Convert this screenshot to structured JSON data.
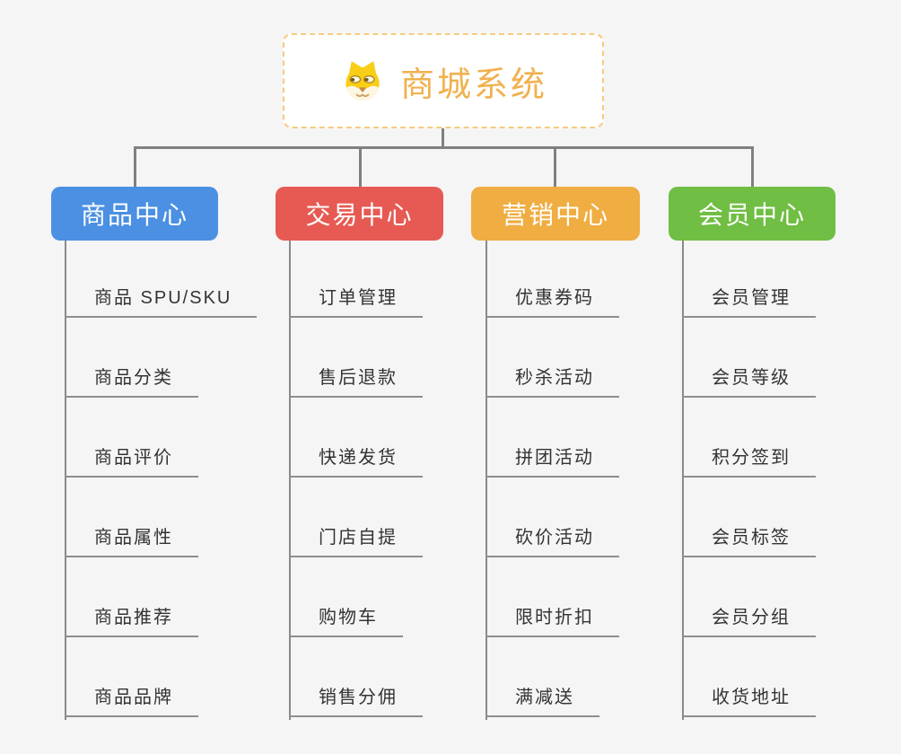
{
  "page": {
    "background": "#f5f5f5",
    "connector_color": "#808080"
  },
  "root": {
    "title": "商城系统",
    "icon": "shiba-doge-icon",
    "title_color": "#f0b14e",
    "border_color": "#f6cb80"
  },
  "branches": [
    {
      "label": "商品中心",
      "color": "#4b90e2",
      "items": [
        "商品 SPU/SKU",
        "商品分类",
        "商品评价",
        "商品属性",
        "商品推荐",
        "商品品牌"
      ]
    },
    {
      "label": "交易中心",
      "color": "#e65a53",
      "items": [
        "订单管理",
        "售后退款",
        "快递发货",
        "门店自提",
        "购物车",
        "销售分佣"
      ]
    },
    {
      "label": "营销中心",
      "color": "#efad42",
      "items": [
        "优惠券码",
        "秒杀活动",
        "拼团活动",
        "砍价活动",
        "限时折扣",
        "满减送"
      ]
    },
    {
      "label": "会员中心",
      "color": "#70be44",
      "items": [
        "会员管理",
        "会员等级",
        "积分签到",
        "会员标签",
        "会员分组",
        "收货地址"
      ]
    }
  ]
}
